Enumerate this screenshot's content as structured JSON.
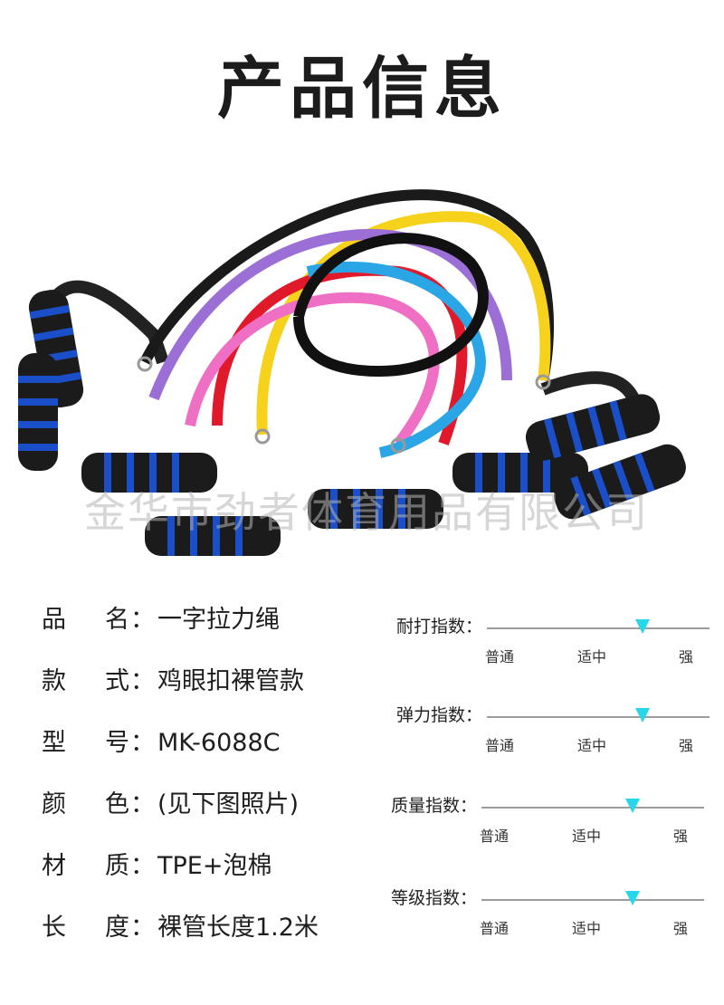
{
  "title": "产品信息",
  "watermark": "金华市劲者体育用品有限公司",
  "specs": [
    {
      "l1": "品",
      "l2": "名",
      "colon": "：",
      "value": "一字拉力绳"
    },
    {
      "l1": "款",
      "l2": "式",
      "colon": "：",
      "value": "鸡眼扣裸管款"
    },
    {
      "l1": "型",
      "l2": "号",
      "colon": "：",
      "value": "MK-6088C"
    },
    {
      "l1": "颜",
      "l2": "色",
      "colon": "：",
      "value": "(见下图照片)"
    },
    {
      "l1": "材",
      "l2": "质",
      "colon": "：",
      "value": "TPE+泡棉"
    },
    {
      "l1": "长",
      "l2": "度",
      "colon": "：",
      "value": "裸管长度1.2米"
    }
  ],
  "meters": [
    {
      "label": "耐打指数：",
      "low": "普通",
      "mid": "适中",
      "high": "强",
      "level": 0.7
    },
    {
      "label": "弹力指数：",
      "low": "普通",
      "mid": "适中",
      "high": "强",
      "level": 0.7
    },
    {
      "label": "质量指数：",
      "low": "普通",
      "mid": "适中",
      "high": "强",
      "level": 0.68
    },
    {
      "label": "等级指数：",
      "low": "普通",
      "mid": "适中",
      "high": "强",
      "level": 0.68
    }
  ],
  "colors": {
    "marker": "#27d6e8",
    "tube_black": "#1a1a1a",
    "tube_yellow": "#f7d21c",
    "tube_purple": "#9b6fd6",
    "tube_red": "#e0192b",
    "tube_pink": "#ee6fc4",
    "tube_blue": "#2aa6e6",
    "grip_blue": "#1a4fc9"
  }
}
